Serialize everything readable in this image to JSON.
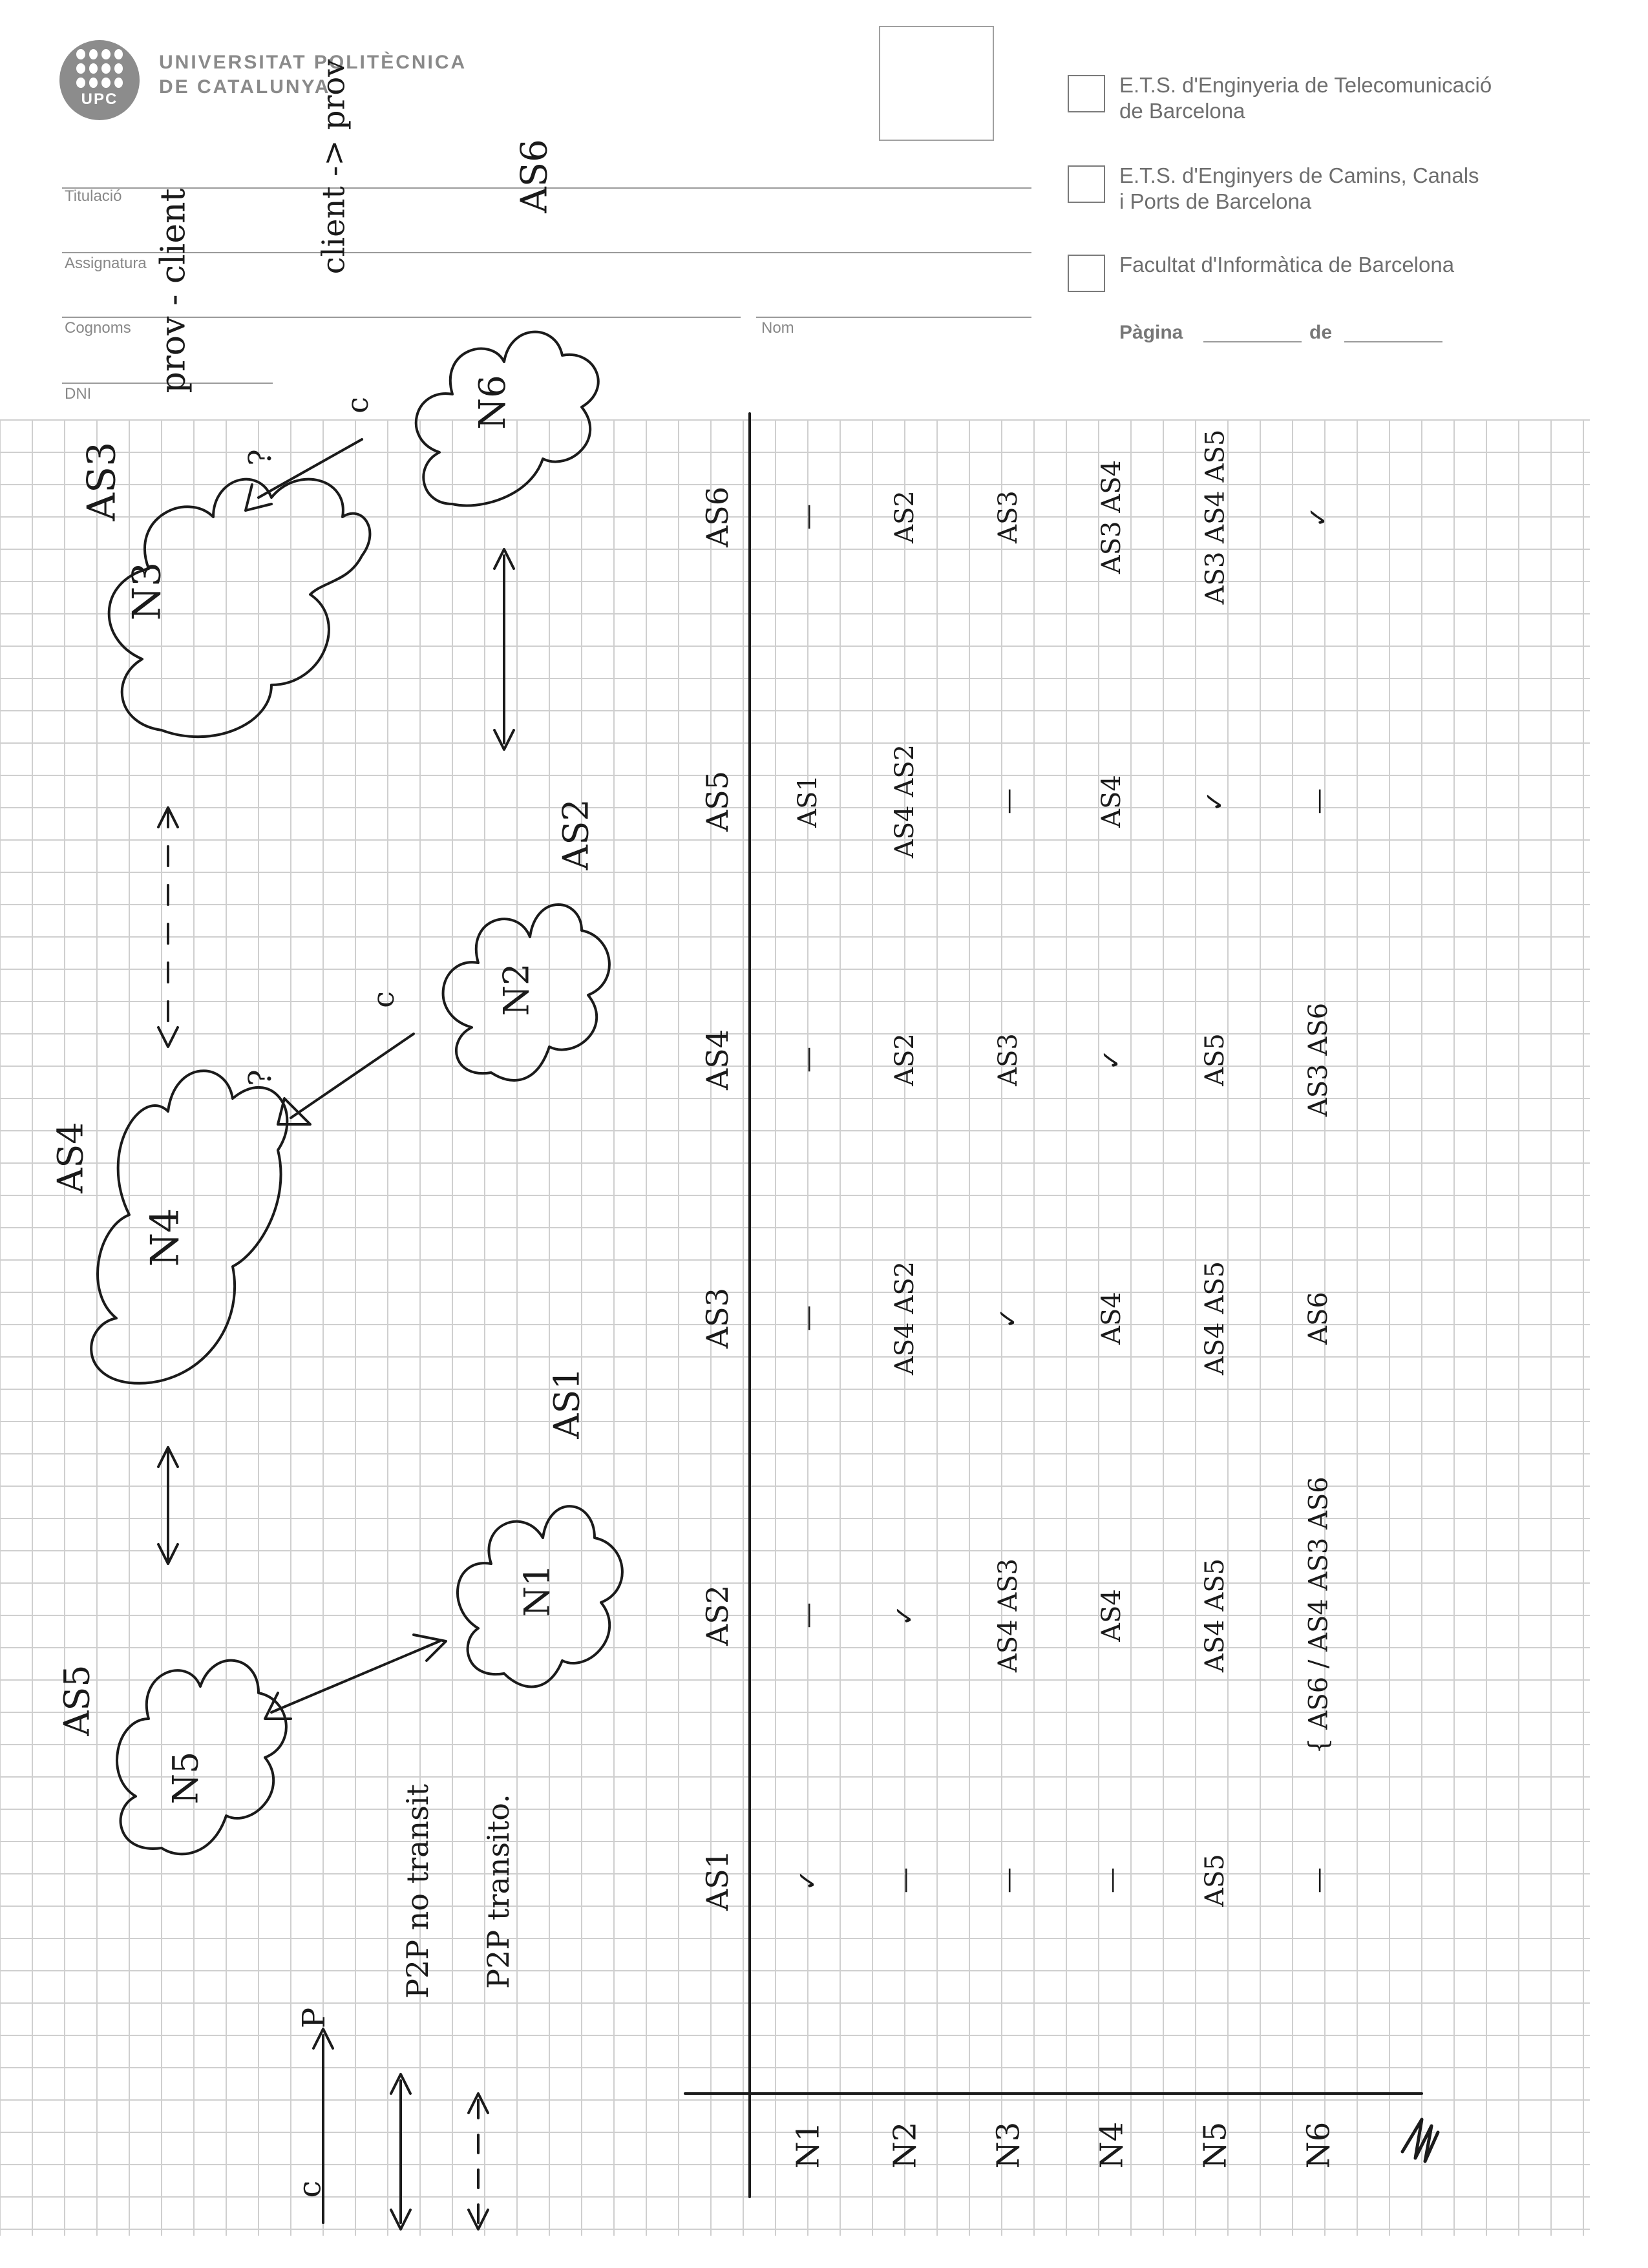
{
  "header": {
    "university_line1": "UNIVERSITAT POLITÈCNICA",
    "university_line2": "DE CATALUNYA",
    "logo_text": "UPC",
    "fields": {
      "titulacio": "Titulació",
      "assignatura": "Assignatura",
      "cognoms": "Cognoms",
      "nom": "Nom",
      "dni": "DNI"
    },
    "schools": [
      {
        "line1": "E.T.S. d'Enginyeria de Telecomunicació",
        "line2": "de Barcelona",
        "checked": false
      },
      {
        "line1": "E.T.S. d'Enginyers de Camins, Canals",
        "line2": "i Ports de Barcelona",
        "checked": false
      },
      {
        "line1": "Facultat d'Informàtica de Barcelona",
        "line2": "",
        "checked": false
      }
    ],
    "pagina_label": "Pàgina",
    "de_label": "de"
  },
  "diagram": {
    "nodes": {
      "n1": {
        "name": "N1",
        "as": "AS1"
      },
      "n2": {
        "name": "N2",
        "as": "AS2"
      },
      "n3": {
        "name": "N3",
        "as": "AS3"
      },
      "n4": {
        "name": "N4",
        "as": "AS4"
      },
      "n5": {
        "name": "N5",
        "as": "AS5"
      },
      "n6": {
        "name": "N6",
        "as": "AS6"
      }
    },
    "notes": {
      "prov_client": "prov - client",
      "client_prov": "client -> prov",
      "c": "c",
      "p": "P",
      "q": "?"
    },
    "legend": [
      {
        "symbol": "C ——> P",
        "text": ""
      },
      {
        "symbol": "<——>",
        "text": "P2P no transit"
      },
      {
        "symbol": "<- - ->",
        "text": "P2P transito."
      }
    ]
  },
  "table": {
    "columns": [
      "AS1",
      "AS2",
      "AS3",
      "AS4",
      "AS5",
      "AS6"
    ],
    "rows": [
      {
        "label": "N1",
        "cells": [
          "✓",
          "—",
          "—",
          "—",
          "AS1",
          "—"
        ]
      },
      {
        "label": "N2",
        "cells": [
          "—",
          "✓",
          "AS4 AS2",
          "AS2",
          "AS4 AS2",
          "AS2"
        ]
      },
      {
        "label": "N3",
        "cells": [
          "—",
          "AS4 AS3",
          "✓",
          "AS3",
          "—",
          "AS3"
        ]
      },
      {
        "label": "N4",
        "cells": [
          "—",
          "AS4",
          "AS4",
          "✓",
          "AS4",
          "AS3 AS4"
        ]
      },
      {
        "label": "N5",
        "cells": [
          "AS5",
          "AS4 AS5",
          "AS4 AS5",
          "AS5",
          "✓",
          "AS3 AS4 AS5"
        ]
      },
      {
        "label": "N6",
        "cells": [
          "—",
          "{ AS6 / AS4 AS3 AS6",
          "AS6",
          "AS3 AS6",
          "—",
          "✓"
        ]
      }
    ]
  }
}
